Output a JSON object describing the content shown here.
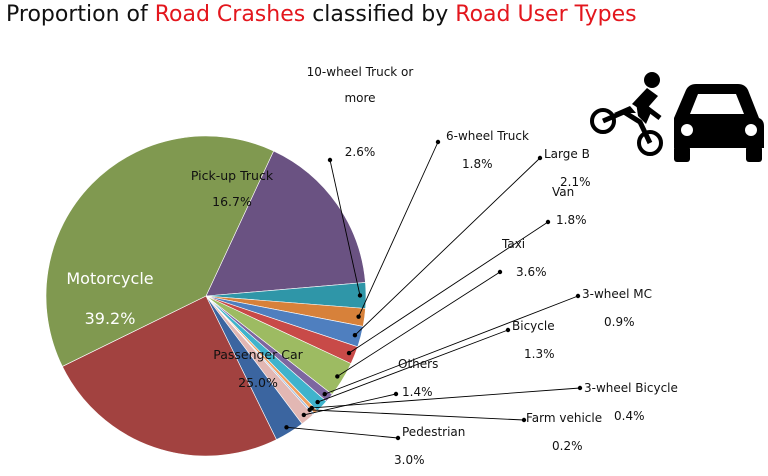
{
  "title": {
    "part1": "Proportion of ",
    "part2": "Road Crashes",
    "part3": " classified by ",
    "part4": "Road User Types",
    "highlight_color": "#e3161d"
  },
  "icon": "motorcycle-and-car-crash-icon",
  "chart_data": {
    "type": "pie",
    "title": "Proportion of Road Crashes classified by Road User Types",
    "slices": [
      {
        "label": "Pick-up Truck",
        "value_label": "16.7%",
        "value": 16.7,
        "color": "#6a5282"
      },
      {
        "label": "10-wheel Truck or more",
        "value_label": "2.6%",
        "value": 2.6,
        "color": "#2f96a8"
      },
      {
        "label": "6-wheel Truck",
        "value_label": "1.8%",
        "value": 1.8,
        "color": "#d7813a"
      },
      {
        "label": "Large B",
        "value_label": "2.1%",
        "value": 2.1,
        "color": "#4f7fbf"
      },
      {
        "label": "Van",
        "value_label": "1.8%",
        "value": 1.8,
        "color": "#c84a48"
      },
      {
        "label": "Taxi",
        "value_label": "3.6%",
        "value": 3.6,
        "color": "#9dbb62"
      },
      {
        "label": "3-wheel MC",
        "value_label": "0.9%",
        "value": 0.9,
        "color": "#7d66a0"
      },
      {
        "label": "Bicycle",
        "value_label": "1.3%",
        "value": 1.3,
        "color": "#3fb3cc"
      },
      {
        "label": "3-wheel Bicycle",
        "value_label": "0.4%",
        "value": 0.4,
        "color": "#f0a060"
      },
      {
        "label": "Farm vehicle",
        "value_label": "0.2%",
        "value": 0.2,
        "color": "#9cb8dc"
      },
      {
        "label": "Others",
        "value_label": "1.4%",
        "value": 1.4,
        "color": "#e2b7b3"
      },
      {
        "label": "Pedestrian",
        "value_label": "3.0%",
        "value": 3.0,
        "color": "#3b65a0"
      },
      {
        "label": "Passenger Car",
        "value_label": "25.0%",
        "value": 25.0,
        "color": "#a24240"
      },
      {
        "label": "Motorcycle",
        "value_label": "39.2%",
        "value": 39.2,
        "color": "#809950"
      }
    ]
  }
}
